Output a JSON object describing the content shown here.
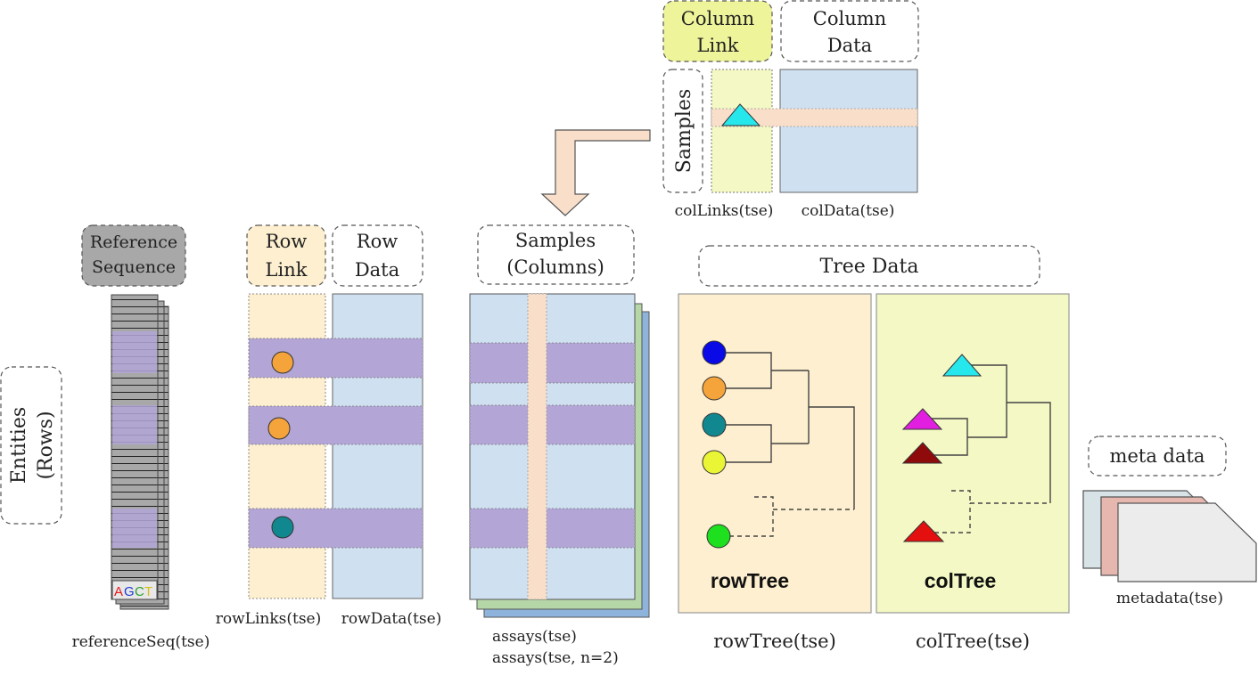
{
  "column_link": {
    "line1": "Column",
    "line2": "Link"
  },
  "column_data": {
    "line1": "Column",
    "line2": "Data"
  },
  "samples_side": "Samples",
  "col_links_caption": "colLinks(tse)",
  "col_data_caption": "colData(tse)",
  "reference_sequence": {
    "line1": "Reference",
    "line2": "Sequence"
  },
  "entities": {
    "line1": "Entities",
    "line2": "(Rows)"
  },
  "row_link": {
    "line1": "Row",
    "line2": "Link"
  },
  "row_data": {
    "line1": "Row",
    "line2": "Data"
  },
  "samples_columns": {
    "line1": "Samples",
    "line2": "(Columns)"
  },
  "tree_data": "Tree Data",
  "meta_data": "meta data",
  "row_links_caption": "rowLinks(tse)",
  "row_data_caption": "rowData(tse)",
  "reference_seq_caption": "referenceSeq(tse)",
  "assays_caption_1": "assays(tse)",
  "assays_caption_2": "assays(tse, n=2)",
  "row_tree_title": "rowTree",
  "col_tree_title": "colTree",
  "row_tree_caption": "rowTree(tse)",
  "col_tree_caption": "colTree(tse)",
  "metadata_caption": "metadata(tse)",
  "sequence_letters": [
    "A",
    "G",
    "C",
    "T"
  ],
  "colors": {
    "row_link_bg": "#fdefcf",
    "col_link_bg": "#f3f8c4",
    "data_bg": "#cfe0f1",
    "highlight_row": "#b3a6d6",
    "highlight_col": "#f9dfc9",
    "node_blue": "#0a0ae6",
    "node_orange": "#f5a43c",
    "node_teal": "#11888f",
    "node_yellow": "#e9f535",
    "node_green": "#1ee01e",
    "tri_cyan": "#26e8ec",
    "tri_magenta": "#e21fe0",
    "tri_darkred": "#8f0a0a",
    "tri_red": "#e41010"
  }
}
